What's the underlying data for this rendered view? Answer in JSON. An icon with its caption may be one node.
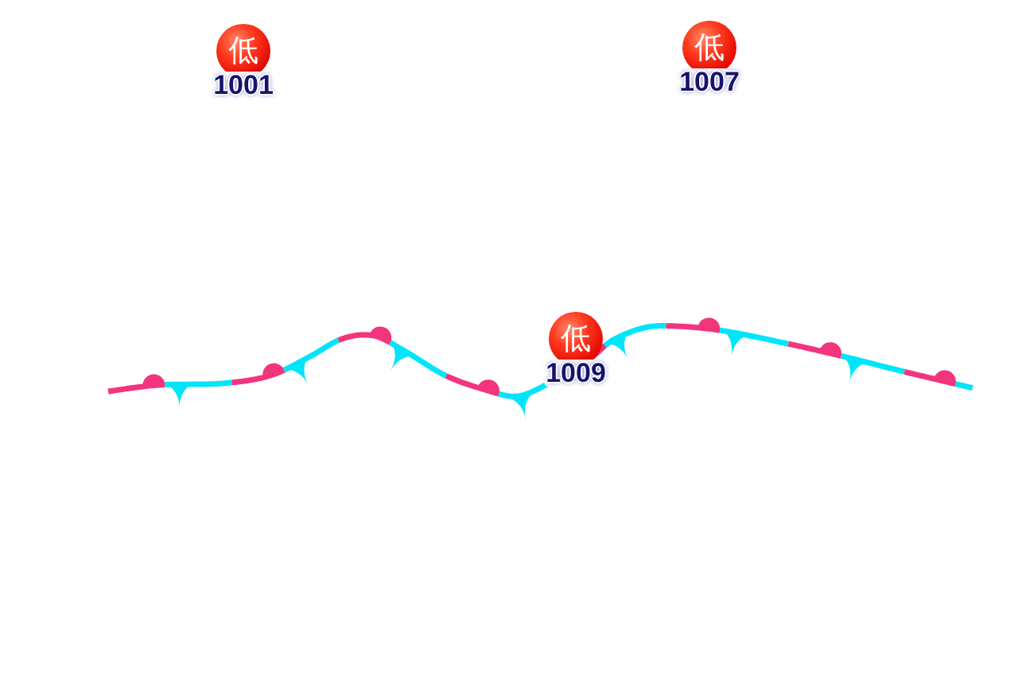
{
  "diagram": {
    "nodes": [
      {
        "text": [
          "低"
        ],
        "beside": [
          "1001"
        ]
      },
      {
        "text": [
          "低"
        ],
        "beside": [
          "1007"
        ]
      },
      {
        "text": [
          "低"
        ],
        "beside": [
          "1009"
        ]
      }
    ]
  }
}
